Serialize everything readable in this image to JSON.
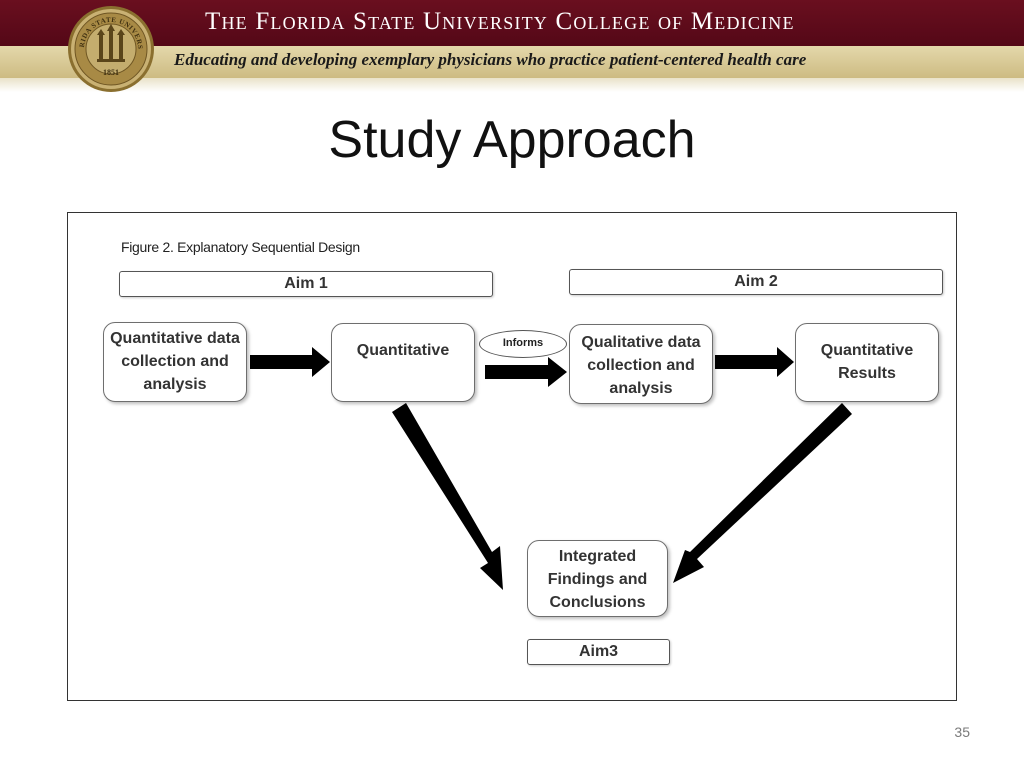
{
  "header": {
    "college_name": "The Florida State University College of Medicine",
    "tagline": "Educating and developing exemplary physicians who practice patient-centered health care",
    "seal_text": "FLORIDA STATE UNIVERSITY",
    "seal_year": "1851"
  },
  "slide": {
    "title": "Study Approach",
    "page_number": "35"
  },
  "diagram": {
    "caption": "Figure 2. Explanatory Sequential Design",
    "aims": {
      "aim1": "Aim 1",
      "aim2": "Aim 2",
      "aim3": "Aim3"
    },
    "nodes": {
      "quant_collection": "Quantitative data collection and analysis",
      "quantitative": "Quantitative",
      "qual_collection": "Qualitative data collection and analysis",
      "quant_results": "Quantitative Results",
      "integrated": "Integrated Findings and Conclusions"
    },
    "edge_label": "Informs"
  },
  "colors": {
    "header_maroon": "#5c0a1a",
    "header_gold": "#d8c795",
    "arrow": "#000000"
  }
}
